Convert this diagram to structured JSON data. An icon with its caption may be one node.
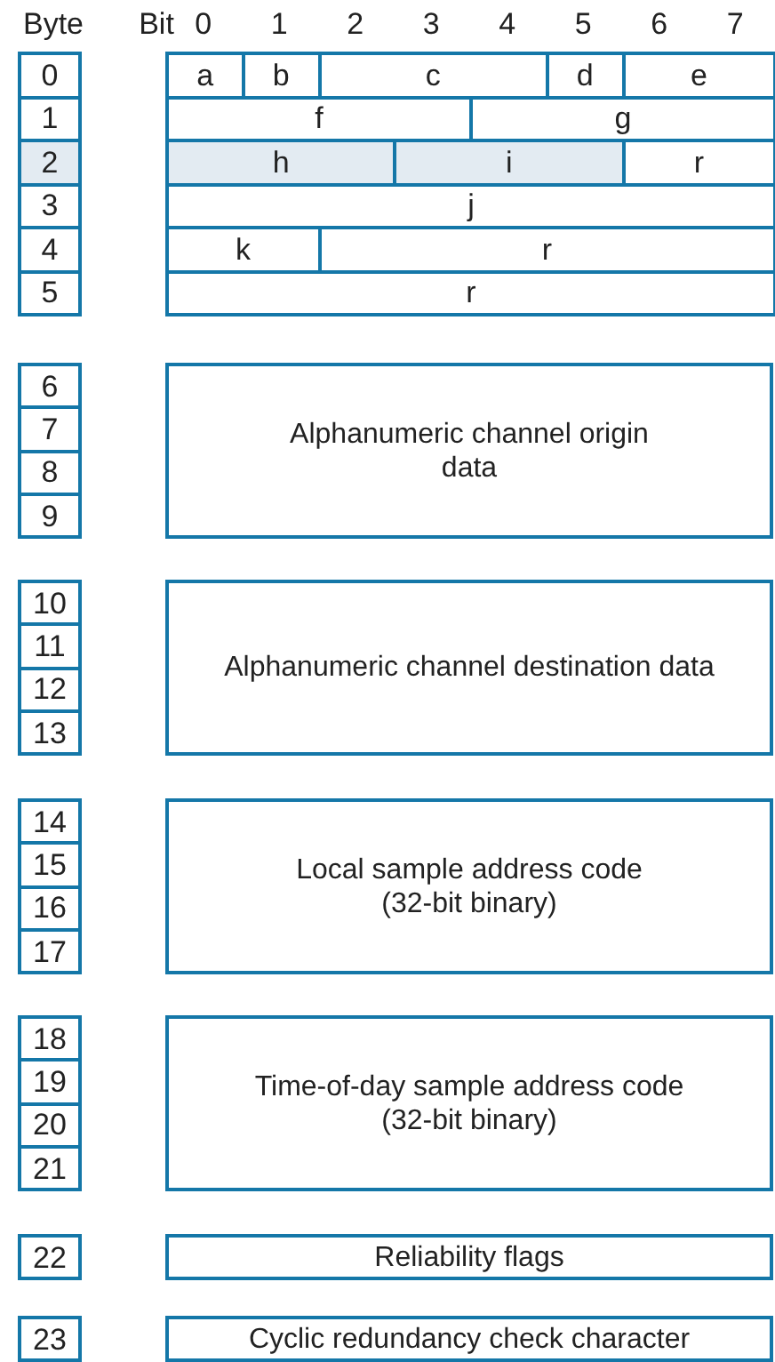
{
  "diagram": {
    "labels": [
      "Byte",
      "Bit",
      "0",
      "1",
      "2",
      "3",
      "4",
      "5",
      "6",
      "7",
      "0",
      "a",
      "b",
      "c",
      "d",
      "e",
      "1",
      "f",
      "g",
      "2",
      "h",
      "i",
      "r",
      "3",
      "j",
      "4",
      "k",
      "r",
      "5",
      "r",
      "6",
      "7",
      "8",
      "9",
      "Alphanumeric channel origin data",
      "10",
      "11",
      "12",
      "13",
      "Alphanumeric channel destination data",
      "14",
      "15",
      "16",
      "17",
      "Local sample address code (32-bit binary)",
      "18",
      "19",
      "20",
      "21",
      "Time-of-day sample address code (32-bit binary)",
      "22",
      "Reliability flags",
      "23",
      "Cyclic redundancy check character"
    ]
  }
}
